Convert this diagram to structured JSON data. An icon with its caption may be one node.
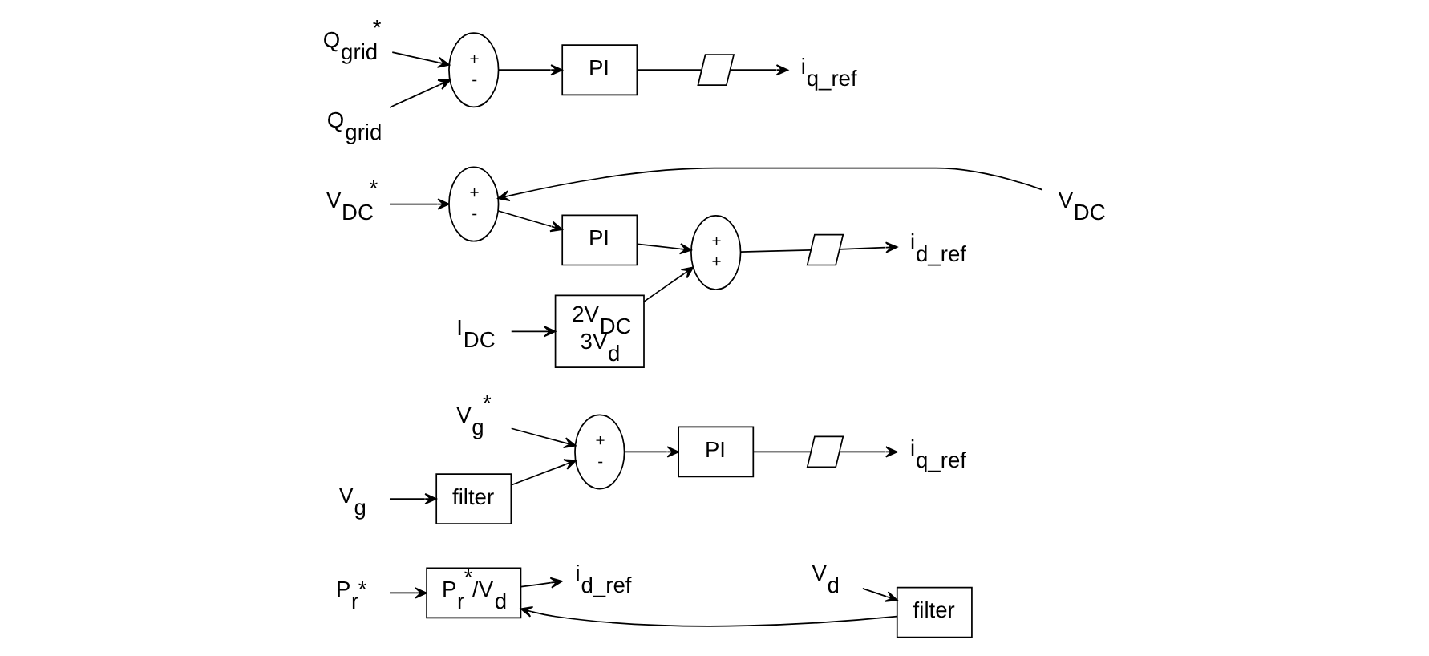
{
  "diagram": {
    "nodes": [
      {
        "text": [
          "P$_{r}$*"
        ]
      },
      {
        "text": [
          "P$_{r}$$^{*}$/V$_{d}$"
        ]
      },
      {
        "text": [
          "i$_{d_ref}$"
        ]
      },
      {
        "text": [
          "V$_{d}$"
        ]
      },
      {
        "text": [
          "filter"
        ]
      },
      {
        "text": [
          "V$_{g}$$^{*}$"
        ]
      },
      {
        "text": [
          "+",
          "-"
        ]
      },
      {
        "text": [
          "PI"
        ]
      },
      {
        "text": [],
        "shape": "limiter"
      },
      {
        "text": [
          "i$_{q_ref}$"
        ]
      },
      {
        "text": [
          "V$_{g}$"
        ]
      },
      {
        "text": [
          "filter"
        ]
      },
      {
        "text": [
          "V$_{DC}$$^{*}$"
        ]
      },
      {
        "text": [
          "+",
          "-"
        ]
      },
      {
        "text": [
          "PI"
        ]
      },
      {
        "text": [
          "+",
          "+"
        ]
      },
      {
        "text": [],
        "shape": "limiter"
      },
      {
        "text": [
          "i$_{d_ref}$"
        ]
      },
      {
        "text": [
          "V$_{DC}$"
        ]
      },
      {
        "text": [
          "I$_{DC}$"
        ]
      },
      {
        "text": [
          "2V$_{DC}$",
          "3V$_{d}$"
        ]
      },
      {
        "text": [
          "Q$_{grid}$$^{*}$"
        ]
      },
      {
        "text": [
          "+",
          "-"
        ]
      },
      {
        "text": [
          "PI"
        ]
      },
      {
        "text": [],
        "shape": "limiter"
      },
      {
        "text": [
          "i$_{q_ref}$"
        ]
      },
      {
        "text": [
          "Q$_{grid}$"
        ]
      }
    ],
    "edges": [
      {
        "from": 0,
        "to": 1,
        "arrow": "to"
      },
      {
        "from": 1,
        "to": 2,
        "arrow": "to"
      },
      {
        "from": 3,
        "to": 4,
        "arrow": "to"
      },
      {
        "from": 4,
        "to": 1,
        "arrow": "to"
      },
      {
        "from": 5,
        "to": 6,
        "arrow": "to"
      },
      {
        "from": 6,
        "to": 7,
        "arrow": "to"
      },
      {
        "from": 7,
        "to": 8,
        "arrow": "none"
      },
      {
        "from": 8,
        "to": 9,
        "arrow": "to"
      },
      {
        "from": 10,
        "to": 11,
        "arrow": "to"
      },
      {
        "from": 11,
        "to": 6,
        "arrow": "to"
      },
      {
        "from": 12,
        "to": 13,
        "arrow": "to"
      },
      {
        "from": 18,
        "to": 13,
        "arrow": "to"
      },
      {
        "from": 13,
        "to": 14,
        "arrow": "to"
      },
      {
        "from": 14,
        "to": 15,
        "arrow": "to"
      },
      {
        "from": 15,
        "to": 16,
        "arrow": "none"
      },
      {
        "from": 16,
        "to": 17,
        "arrow": "to"
      },
      {
        "from": 19,
        "to": 20,
        "arrow": "to"
      },
      {
        "from": 20,
        "to": 15,
        "arrow": "to"
      },
      {
        "from": 21,
        "to": 22,
        "arrow": "to"
      },
      {
        "from": 26,
        "to": 22,
        "arrow": "to"
      },
      {
        "from": 22,
        "to": 23,
        "arrow": "to"
      },
      {
        "from": 23,
        "to": 24,
        "arrow": "none"
      },
      {
        "from": 24,
        "to": 25,
        "arrow": "to"
      }
    ]
  }
}
